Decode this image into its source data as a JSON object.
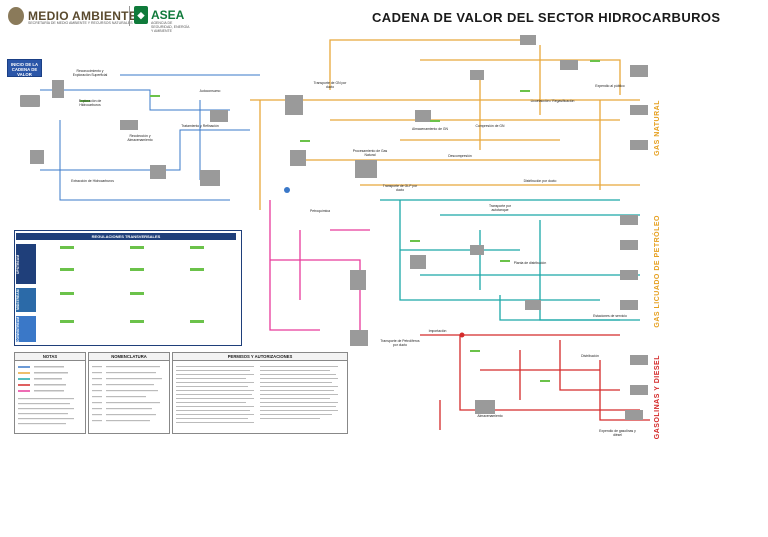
{
  "header": {
    "brand_left": "MEDIO AMBIENTE",
    "brand_left_sub": "SECRETARÍA DE MEDIO AMBIENTE Y RECURSOS NATURALES",
    "brand_right": "ASEA",
    "brand_right_sub": "AGENCIA DE SEGURIDAD, ENERGÍA Y AMBIENTE",
    "title": "CADENA DE VALOR DEL SECTOR HIDROCARBUROS"
  },
  "side_labels": {
    "gas_natural": "GAS NATURAL",
    "glp": "GAS LICUADO DE PETRÓLEO",
    "gasolinas": "GASOLINAS Y DIESEL"
  },
  "start_box": "INICIO DE LA CADENA DE VALOR",
  "nodes": {
    "n1": "Reconocimiento y Exploración Superficial",
    "n2": "Exploración de Hidrocarburos",
    "n3": "Recolección y Almacenamiento",
    "n4": "Extracción de Hidrocarburos",
    "n5": "Tratamiento y Refinación",
    "n6": "Procesamiento de Gas Natural",
    "n7": "Petroquímica",
    "n8": "Transporte de GN por ducto",
    "n9": "Almacenamiento de GN",
    "n10": "Distribución por ducto",
    "n11": "Expendio al público",
    "n12": "Importación",
    "n13": "Transporte de Petrolíferos por ducto",
    "n14": "Almacenamiento",
    "n15": "Distribución",
    "n16": "Expendio de gasolinas y diésel",
    "n17": "Transporte de GLP por ducto",
    "n18": "Planta de distribución",
    "n19": "Estaciones de servicio",
    "n20": "Licuefacción / Regasificación",
    "n21": "Compresión de GN",
    "n22": "Descompresión",
    "n23": "Autoconsumo",
    "n24": "Transporte por autotanque"
  },
  "panels": {
    "regulaciones": "REGULACIONES TRANSVERSALES",
    "notas": "NOTAS",
    "nomenclatura": "NOMENCLATURA",
    "permisos": "PERMISOS Y AUTORIZACIONES",
    "band_upstream": "UPSTREAM",
    "band_midstream": "MIDSTREAM",
    "band_downstream": "DOWNSTREAM"
  },
  "legend_colors": {
    "crudo": "#3a78c8",
    "gas_natural": "#e8a83a",
    "glp": "#1aa8a8",
    "petroliferos": "#d42a2a",
    "petroquimicos": "#e83a9a",
    "upstream": "#2b56a8"
  }
}
